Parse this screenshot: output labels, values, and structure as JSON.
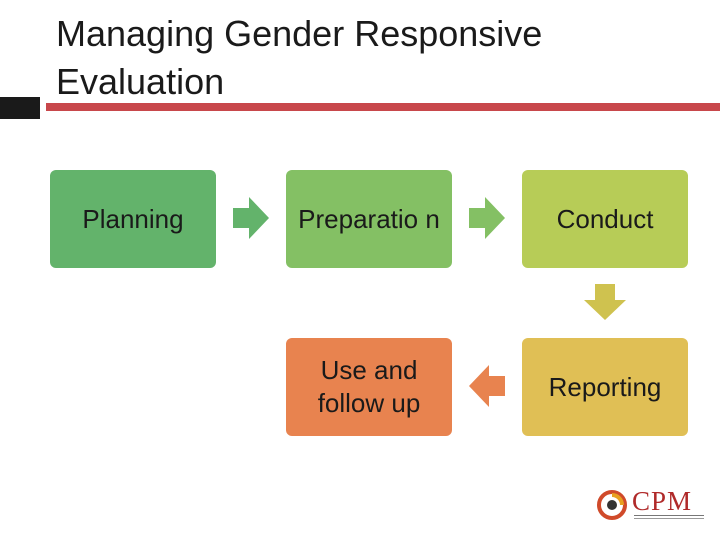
{
  "slide": {
    "title": "Managing Gender Responsive Evaluation"
  },
  "steps": [
    {
      "label": "Planning"
    },
    {
      "label": "Preparatio n"
    },
    {
      "label": "Conduct"
    },
    {
      "label": "Reporting"
    },
    {
      "label": "Use and follow up"
    }
  ],
  "logo": {
    "text": "CPM"
  },
  "colors": {
    "title_rule": "#c8474b",
    "planning": "#63b36b",
    "preparation": "#84c064",
    "conduct": "#b7cc57",
    "reporting": "#e0bf55",
    "use_follow_up": "#e8834f"
  }
}
